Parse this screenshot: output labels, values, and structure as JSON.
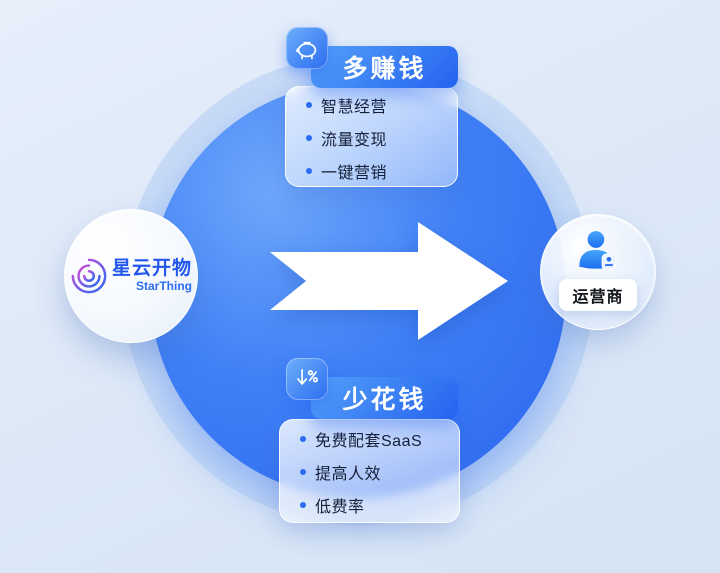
{
  "diagram": {
    "left_node": {
      "title": "星云开物",
      "subtitle": "StarThing"
    },
    "right_node": {
      "label": "运营商"
    },
    "top_card": {
      "title": "多赚钱",
      "icon": "piggy-bank-icon",
      "items": [
        "智慧经营",
        "流量变现",
        "一键营销"
      ]
    },
    "bottom_card": {
      "title": "少花钱",
      "icon": "percent-down-icon",
      "items": [
        "免费配套SaaS",
        "提高人效",
        "低费率"
      ]
    },
    "colors": {
      "accent": "#2b6cf0",
      "circle_deep": "#2f6ff2",
      "background": "#dce8f7",
      "card_glass": "rgba(255,255,255,0.6)"
    }
  }
}
